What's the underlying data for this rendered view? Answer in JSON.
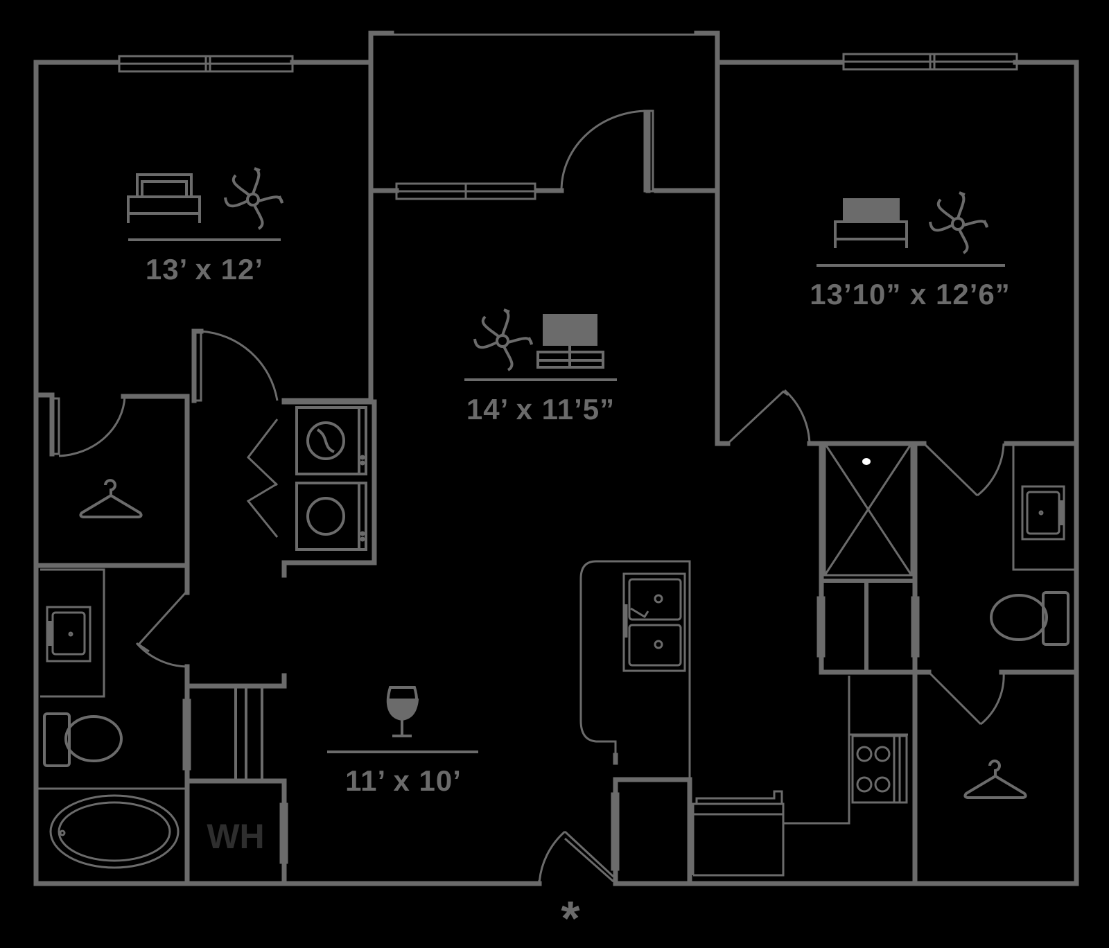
{
  "rooms": {
    "bedroom_left": {
      "dims": "13’ x 12’"
    },
    "living": {
      "dims": "14’ x 11’5”"
    },
    "bedroom_right": {
      "dims": "13’10” x 12’6”"
    },
    "dining": {
      "dims": "11’ x 10’"
    }
  },
  "labels": {
    "water_heater": "WH",
    "entry_mark": "*"
  },
  "icons": [
    "bed-icon",
    "ceiling-fan-icon",
    "tv-icon",
    "wine-glass-icon",
    "hanger-icon",
    "washer-icon",
    "dryer-icon",
    "sink-icon",
    "toilet-icon",
    "bathtub-icon",
    "stove-icon",
    "shower-icon"
  ],
  "colors": {
    "background": "#000000",
    "wall": "#6b6b6b"
  }
}
